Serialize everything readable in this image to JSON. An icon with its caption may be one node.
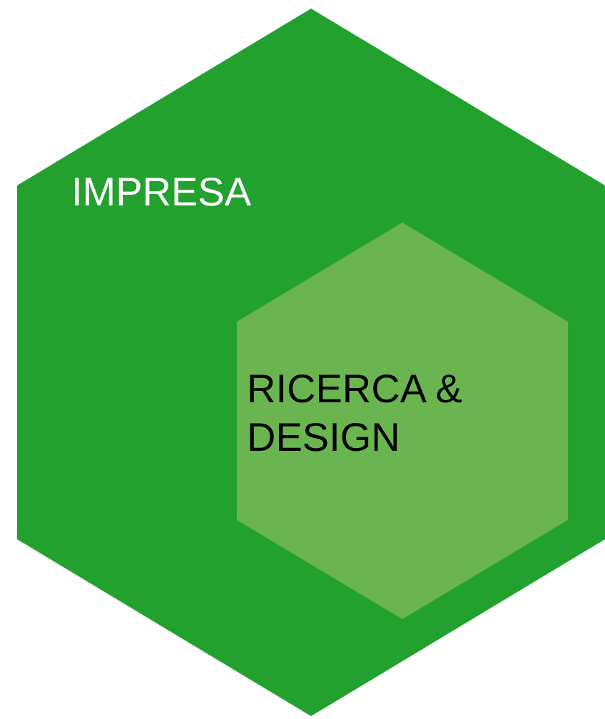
{
  "diagram": {
    "nodes": [
      {
        "text": [
          "IMPRESA"
        ]
      },
      {
        "text": [
          "RICERCA & DESIGN"
        ],
        "in": 0
      }
    ]
  }
}
